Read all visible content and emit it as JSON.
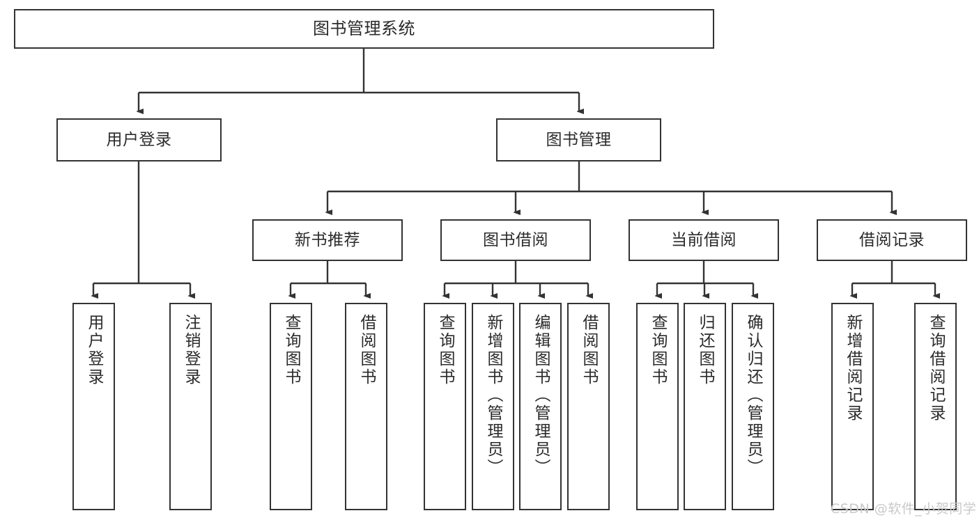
{
  "diagram": {
    "title": "图书管理系统",
    "type": "tree-hierarchy-chart",
    "nodes": {
      "root": {
        "label": "图书管理系统"
      },
      "level2": [
        {
          "label": "用户登录"
        },
        {
          "label": "图书管理"
        }
      ],
      "level3": [
        {
          "label": "新书推荐"
        },
        {
          "label": "图书借阅"
        },
        {
          "label": "当前借阅"
        },
        {
          "label": "借阅记录"
        }
      ],
      "leaves": {
        "user_login": [
          {
            "label": "用户登录"
          },
          {
            "label": "注销登录"
          }
        ],
        "new_book_recommend": [
          {
            "label": "查询图书"
          },
          {
            "label": "借阅图书"
          }
        ],
        "book_borrow": [
          {
            "label": "查询图书"
          },
          {
            "label": "新增图书（管理员）"
          },
          {
            "label": "编辑图书（管理员）"
          },
          {
            "label": "借阅图书"
          }
        ],
        "current_borrow": [
          {
            "label": "查询图书"
          },
          {
            "label": "归还图书"
          },
          {
            "label": "确认归还（管理员）"
          }
        ],
        "borrow_record": [
          {
            "label": "新增借阅记录"
          },
          {
            "label": "查询借阅记录"
          }
        ]
      }
    },
    "watermark": "CSDN @软件_小贺同学",
    "colors": {
      "stroke": "#333333",
      "fill": "#ffffff",
      "text": "#2b2b2b",
      "watermark": "#c9c9c9"
    }
  }
}
